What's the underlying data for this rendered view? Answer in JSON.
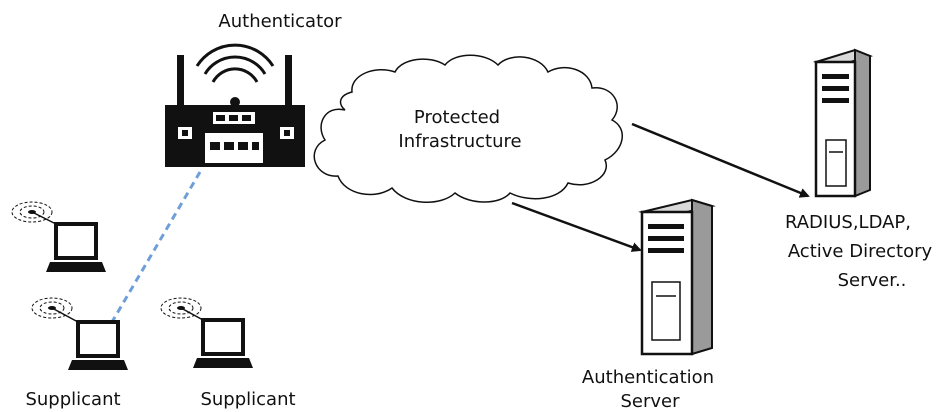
{
  "labels": {
    "authenticator": "Authenticator",
    "cloud_line1": "Protected",
    "cloud_line2": "Infrastructure",
    "radius_line1": "RADIUS,LDAP,",
    "radius_line2": "Active Directory",
    "radius_line3": "Server..",
    "auth_line1": "Authentication",
    "auth_line2": "Server",
    "supplicant_left": "Supplicant",
    "supplicant_right": "Supplicant"
  },
  "colors": {
    "ink": "#111111",
    "dashed_link": "#6f9fd8",
    "server_side": "#9a9a9a"
  },
  "icons": [
    "wireless-router-icon",
    "cloud-icon",
    "server-tower-icon",
    "laptop-icon",
    "wifi-signal-icon"
  ]
}
